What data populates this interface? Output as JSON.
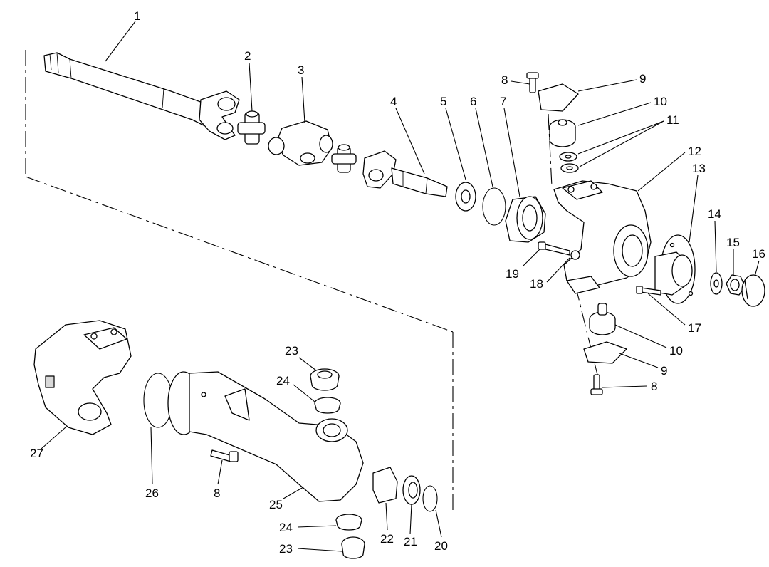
{
  "callouts": {
    "c1": "1",
    "c2": "2",
    "c3": "3",
    "c4": "4",
    "c5": "5",
    "c6": "6",
    "c7": "7",
    "c8a": "8",
    "c9a": "9",
    "c10a": "10",
    "c11": "11",
    "c12": "12",
    "c13": "13",
    "c14": "14",
    "c15": "15",
    "c16": "16",
    "c17": "17",
    "c10b": "10",
    "c9b": "9",
    "c8b": "8",
    "c18": "18",
    "c19": "19",
    "c23a": "23",
    "c24a": "24",
    "c27": "27",
    "c26": "26",
    "c8c": "8",
    "c25": "25",
    "c22": "22",
    "c21": "21",
    "c20": "20",
    "c24b": "24",
    "c23b": "23"
  }
}
